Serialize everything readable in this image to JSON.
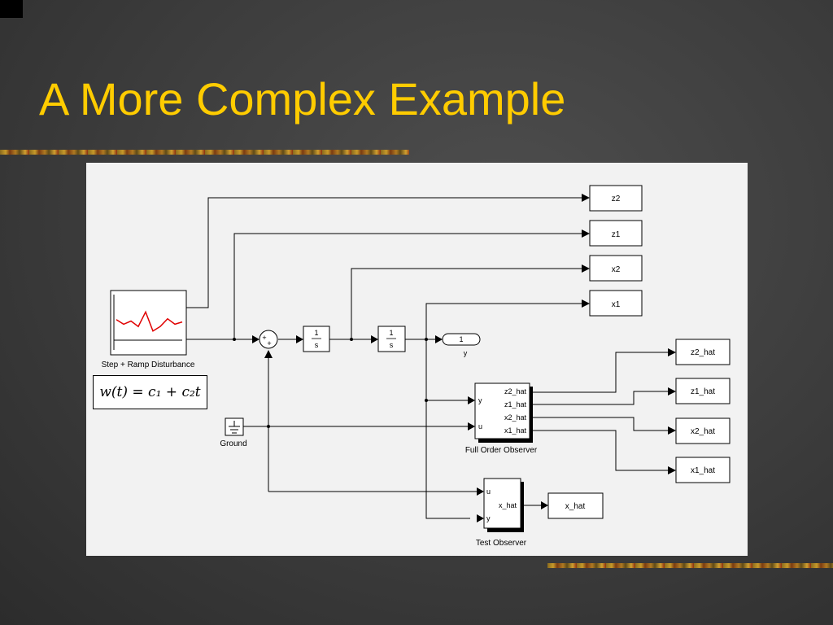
{
  "slide": {
    "title": "A More Complex Example"
  },
  "diagram": {
    "outputs": {
      "z2": "z2",
      "z1": "z1",
      "x2": "x2",
      "x1": "x1",
      "y_num": "1",
      "y": "y",
      "z2_hat": "z2_hat",
      "z1_hat": "z1_hat",
      "x2_hat": "x2_hat",
      "x1_hat": "x1_hat",
      "x_hat": "x_hat"
    },
    "disturbance": {
      "label": "Step + Ramp Disturbance",
      "plot_samples": [
        0.45,
        0.35,
        0.42,
        0.3,
        0.62,
        0.2,
        0.3,
        0.47,
        0.35,
        0.4
      ]
    },
    "integrator": {
      "num": "1",
      "den": "s"
    },
    "sum_signs": {
      "a": "+",
      "b": "+"
    },
    "ground": {
      "label": "Ground"
    },
    "full_observer": {
      "label": "Full Order Observer",
      "in_y": "y",
      "in_u": "u",
      "out_z2_hat": "z2_hat",
      "out_z1_hat": "z1_hat",
      "out_x2_hat": "x2_hat",
      "out_x1_hat": "x1_hat"
    },
    "test_observer": {
      "label": "Test  Observer",
      "in_u": "u",
      "in_y": "y",
      "out_x_hat": "x_hat"
    },
    "equation": "w(t) = c₁ + c₂t"
  }
}
